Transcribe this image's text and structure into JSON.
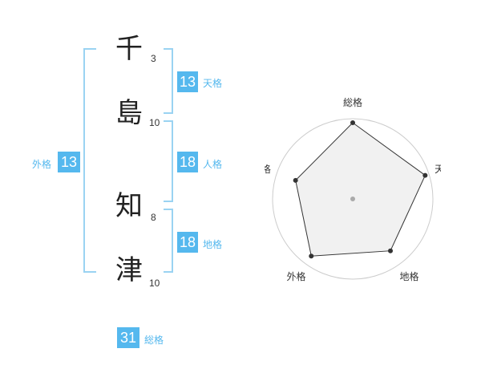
{
  "name": {
    "chars": [
      {
        "char": "千",
        "strokes": "3"
      },
      {
        "char": "島",
        "strokes": "10"
      },
      {
        "char": "知",
        "strokes": "8"
      },
      {
        "char": "津",
        "strokes": "10"
      }
    ]
  },
  "kaku": {
    "tenkaku": {
      "value": "13",
      "label": "天格"
    },
    "jinkaku": {
      "value": "18",
      "label": "人格"
    },
    "chikaku": {
      "value": "18",
      "label": "地格"
    },
    "gaikaku": {
      "value": "13",
      "label": "外格"
    },
    "soukaku": {
      "value": "31",
      "label": "総格"
    }
  },
  "chart_data": {
    "type": "radar",
    "axes": [
      "総格",
      "天格",
      "地格",
      "外格",
      "人格"
    ],
    "values": [
      0.95,
      0.95,
      0.8,
      0.88,
      0.75
    ],
    "max": 1.0,
    "rings": 4,
    "colors": {
      "fill": "#f0f0f0",
      "ring": "#cccccc",
      "line": "#333333",
      "point": "#333333"
    }
  }
}
